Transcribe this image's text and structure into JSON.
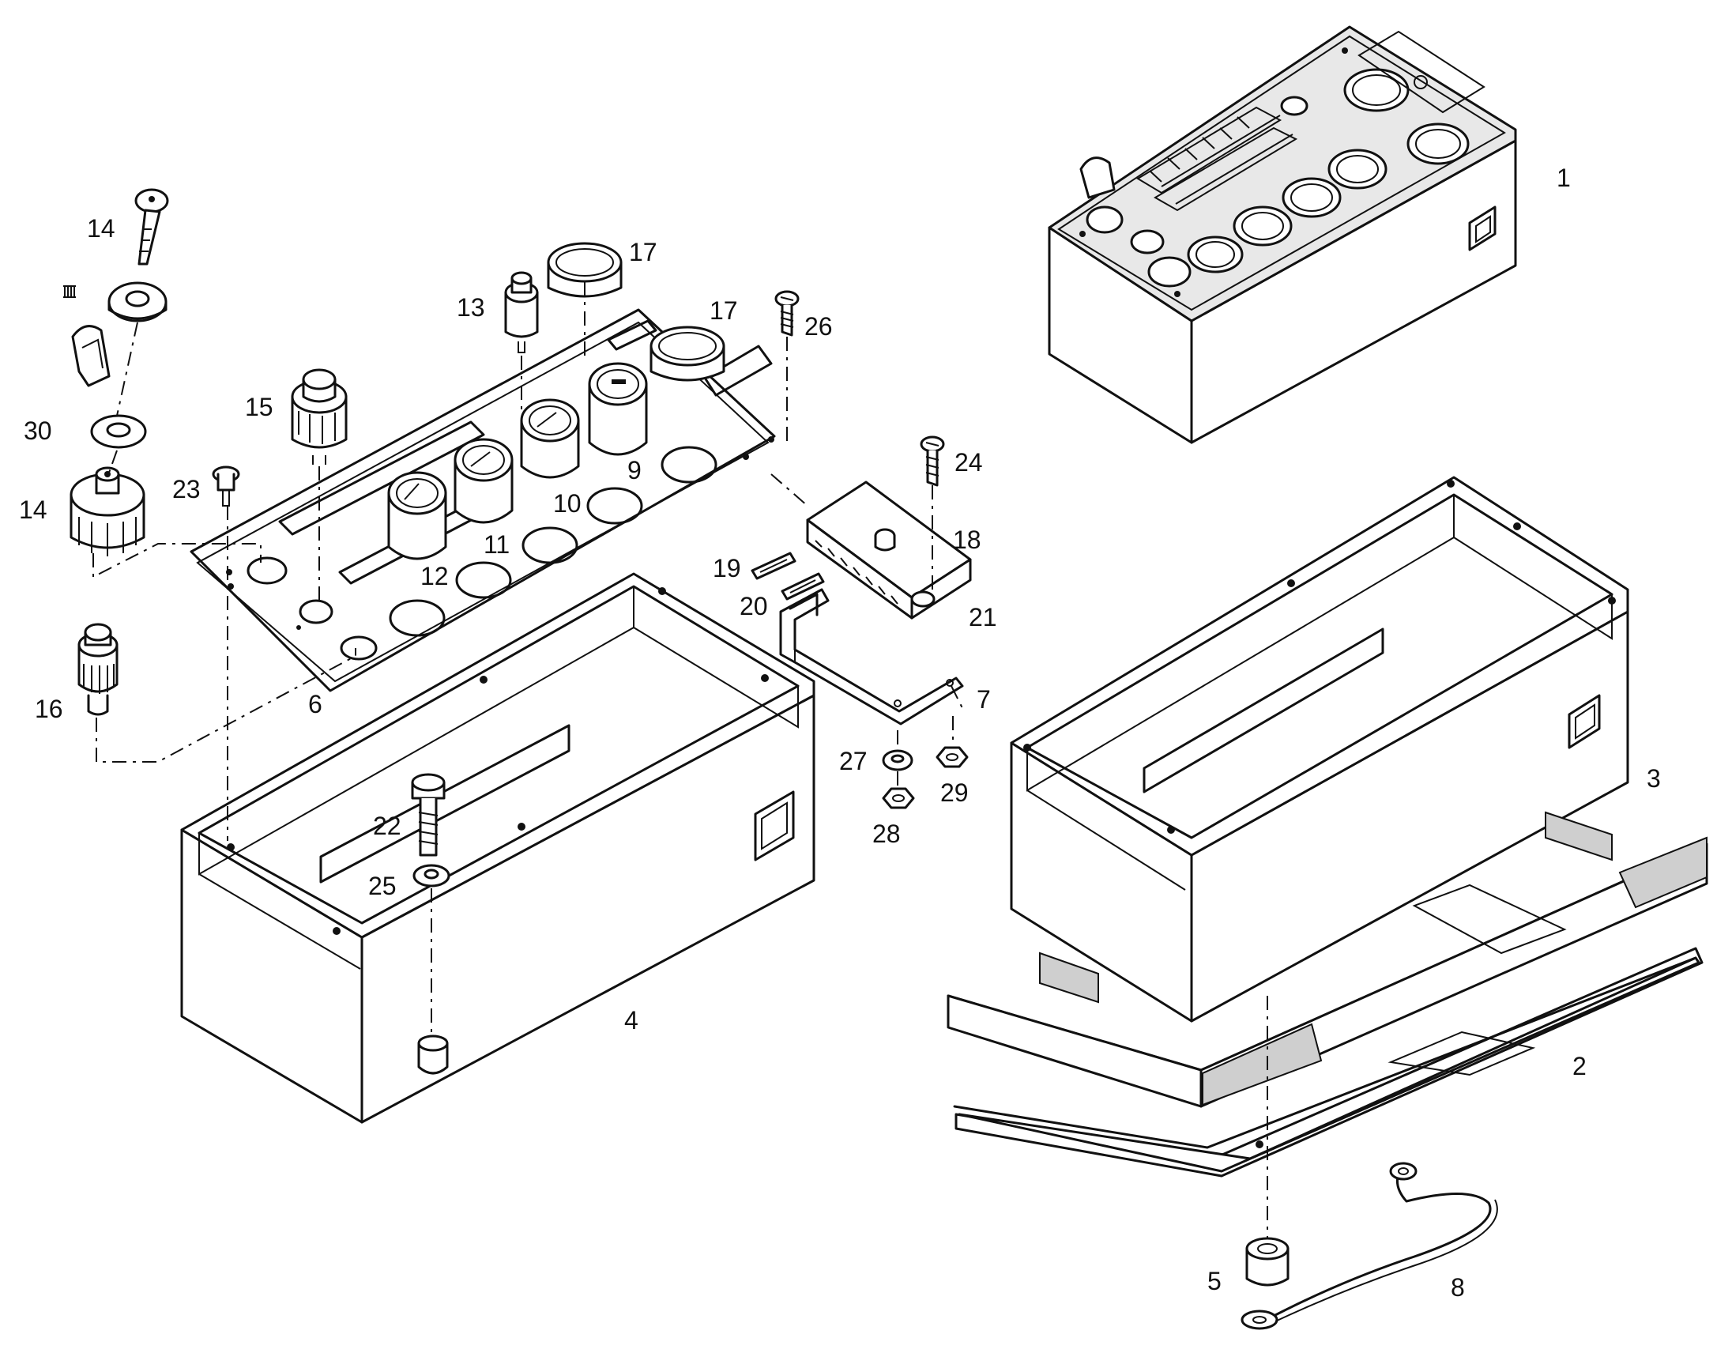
{
  "diagram": {
    "labels": {
      "p1": "1",
      "p2": "2",
      "p3": "3",
      "p4": "4",
      "p5": "5",
      "p6": "6",
      "p7": "7",
      "p8": "8",
      "p9": "9",
      "p10": "10",
      "p11": "11",
      "p12": "12",
      "p13": "13",
      "p14a": "14",
      "p14b": "14",
      "p15": "15",
      "p16": "16",
      "p17a": "17",
      "p17b": "17",
      "p18": "18",
      "p19": "19",
      "p20": "20",
      "p21": "21",
      "p22": "22",
      "p23": "23",
      "p24": "24",
      "p25": "25",
      "p26": "26",
      "p27": "27",
      "p28": "28",
      "p29": "29",
      "p30": "30"
    },
    "ink_color": "#111111",
    "background_color": "#ffffff"
  }
}
